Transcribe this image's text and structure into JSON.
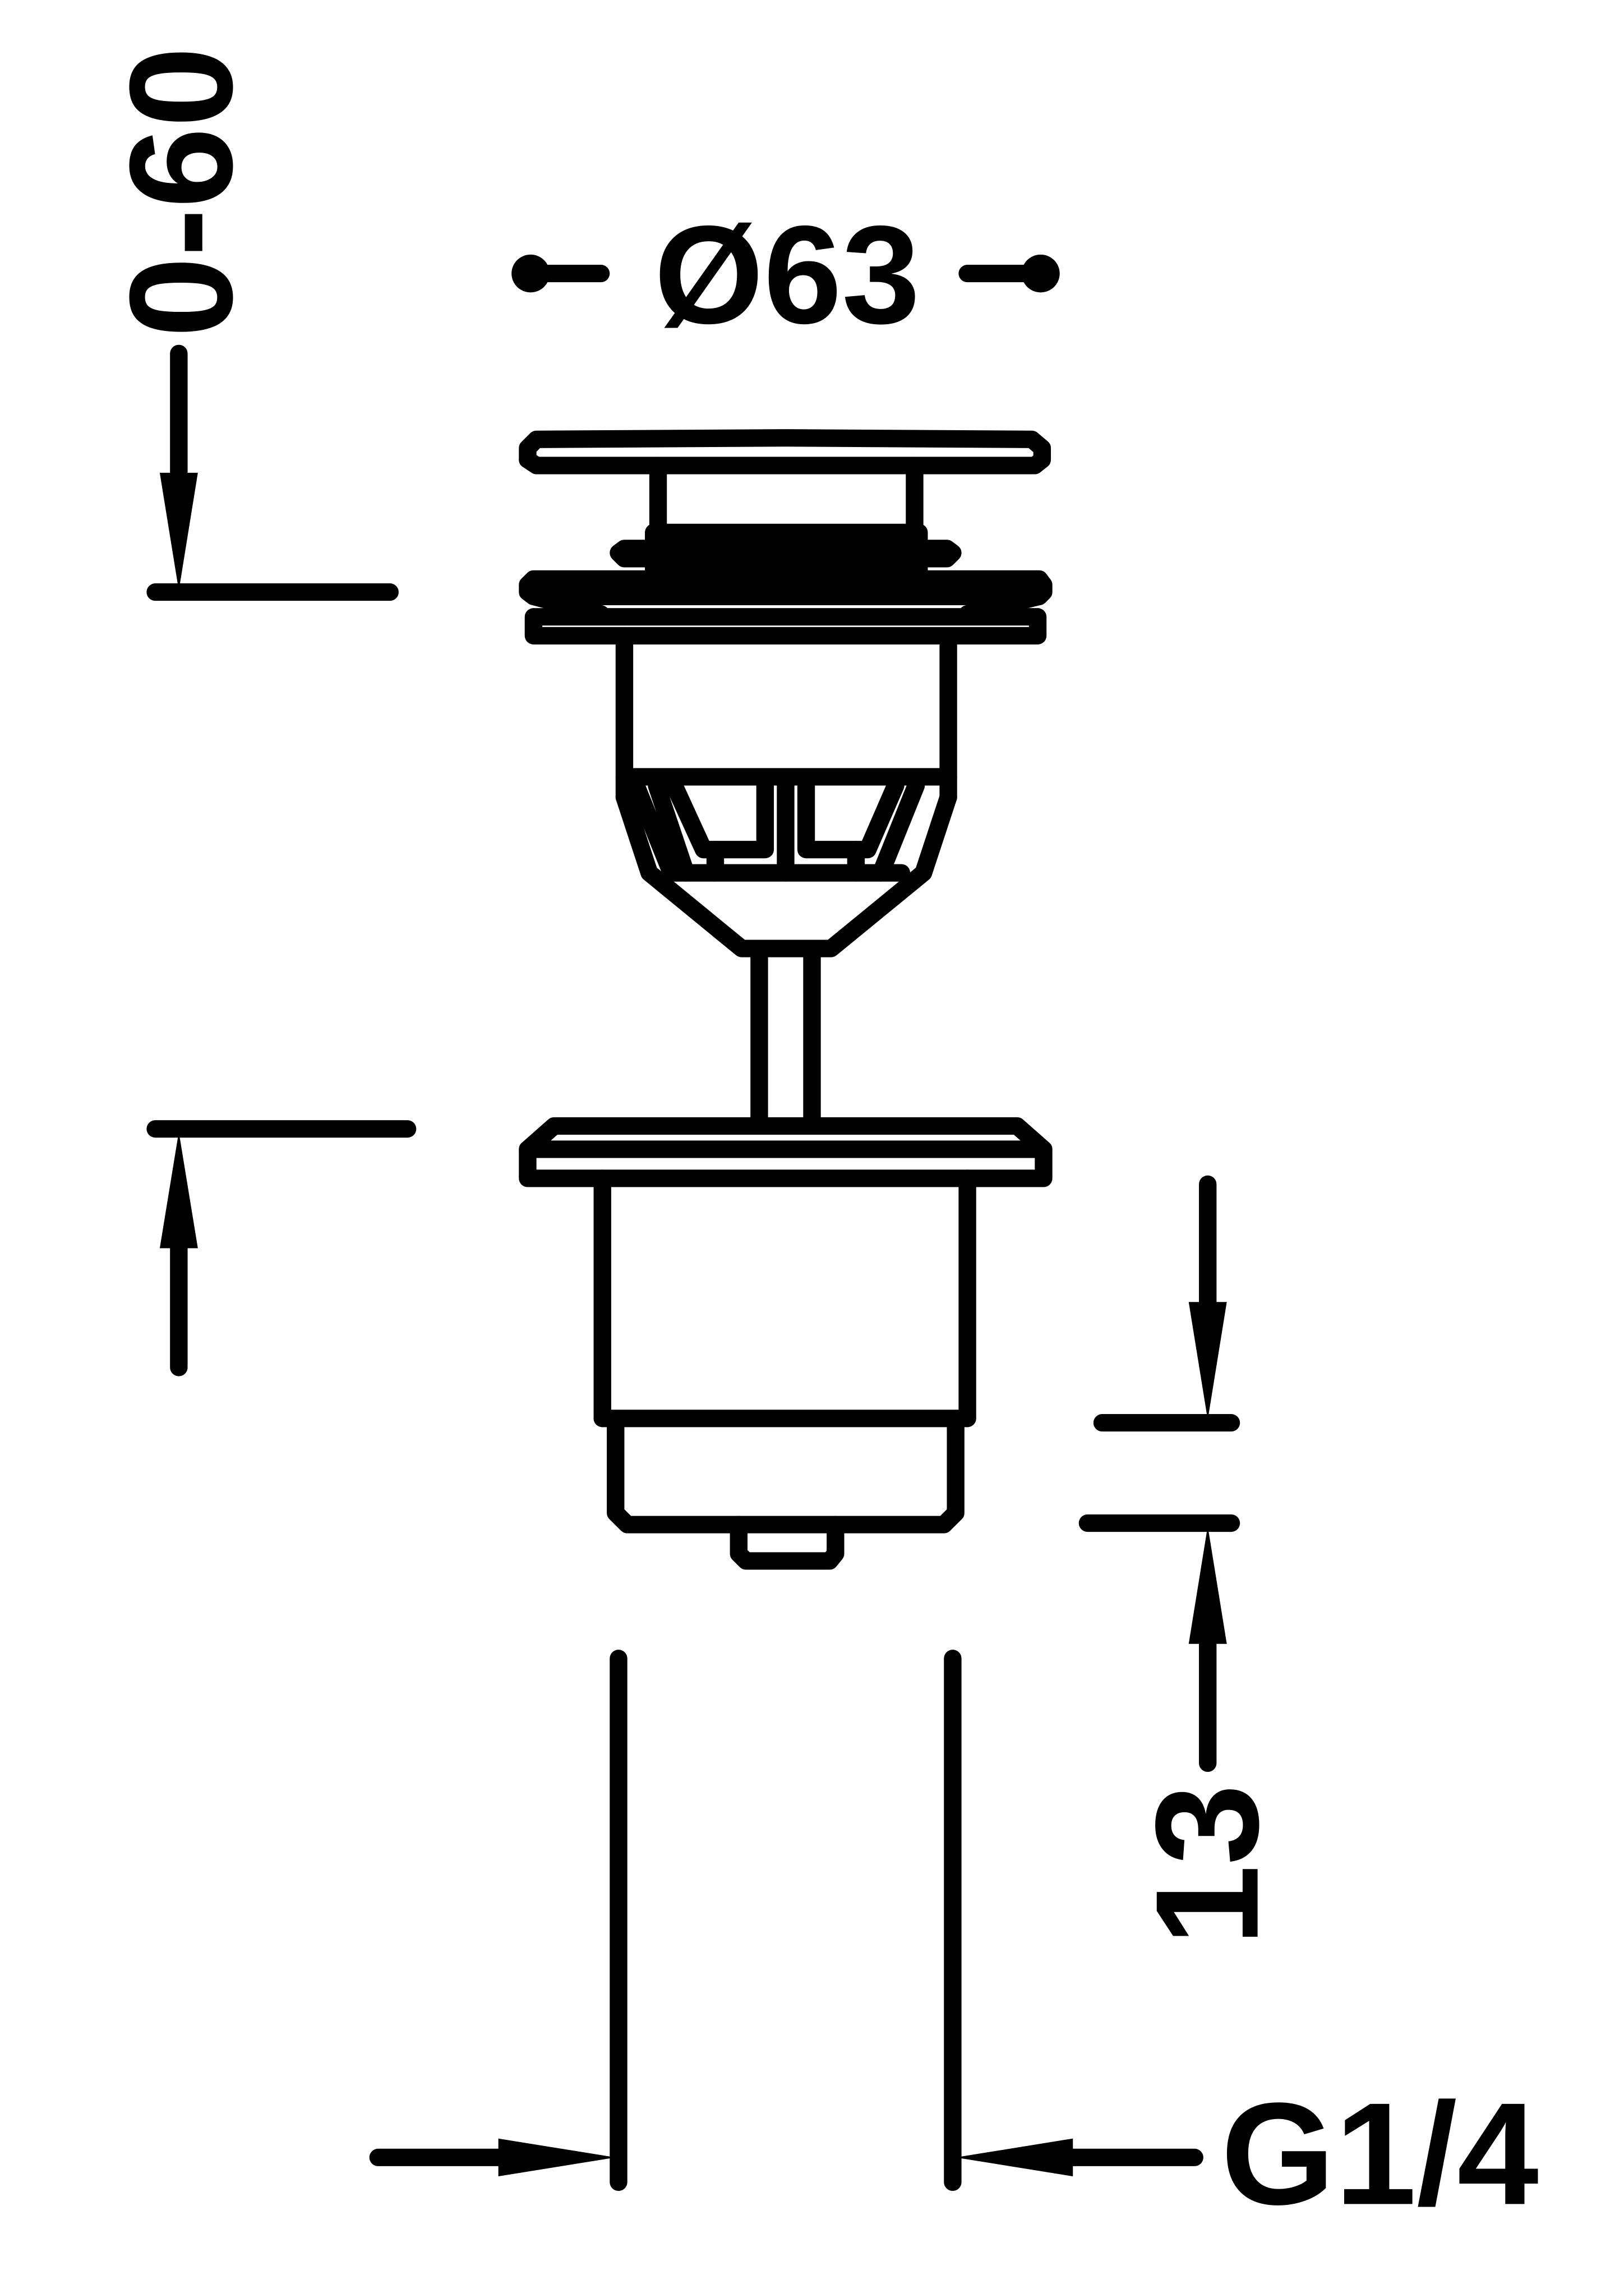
{
  "dimensions": {
    "diameter": "Ø63",
    "adjustment_range": "0-60",
    "step_height": "13",
    "thread": "G1/4"
  },
  "colors": {
    "line": "#000000",
    "background": "#ffffff"
  }
}
